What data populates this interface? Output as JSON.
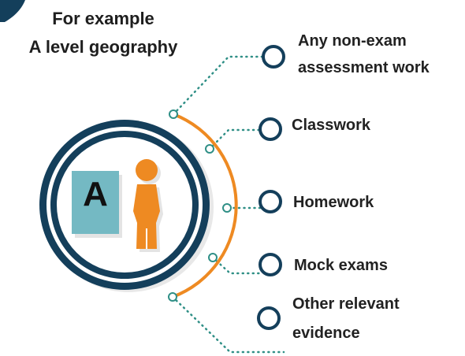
{
  "title": {
    "line1": "For example",
    "line2": "A level geography"
  },
  "central_icon": {
    "letter": "A",
    "icons": [
      "grade-card-icon",
      "person-icon"
    ]
  },
  "items": [
    {
      "lines": [
        "Any non-exam",
        "assessment work"
      ]
    },
    {
      "lines": [
        "Classwork"
      ]
    },
    {
      "lines": [
        "Homework"
      ]
    },
    {
      "lines": [
        "Mock exams"
      ]
    },
    {
      "lines": [
        "Other relevant",
        "evidence"
      ]
    }
  ],
  "colors": {
    "navy": "#143f5b",
    "orange": "#ee8a22",
    "teal": "#2f8f86",
    "card": "#74b9c3",
    "text": "#222222"
  }
}
